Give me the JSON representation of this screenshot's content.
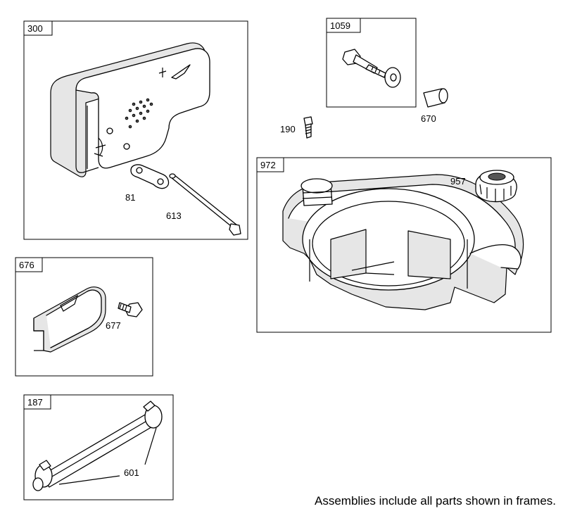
{
  "assemblies": [
    {
      "id": "muffler",
      "number": "300",
      "parts": [
        "81",
        "613"
      ]
    },
    {
      "id": "hardware",
      "number": "1059",
      "parts": [
        "670"
      ]
    },
    {
      "id": "fuel-tank",
      "number": "972",
      "parts": [
        "957"
      ]
    },
    {
      "id": "guard",
      "number": "676",
      "parts": [
        "677"
      ]
    },
    {
      "id": "fuel-line",
      "number": "187",
      "parts": [
        "601"
      ]
    }
  ],
  "loose_parts": [
    "190"
  ],
  "footer_note": "Assemblies include all parts shown in frames."
}
